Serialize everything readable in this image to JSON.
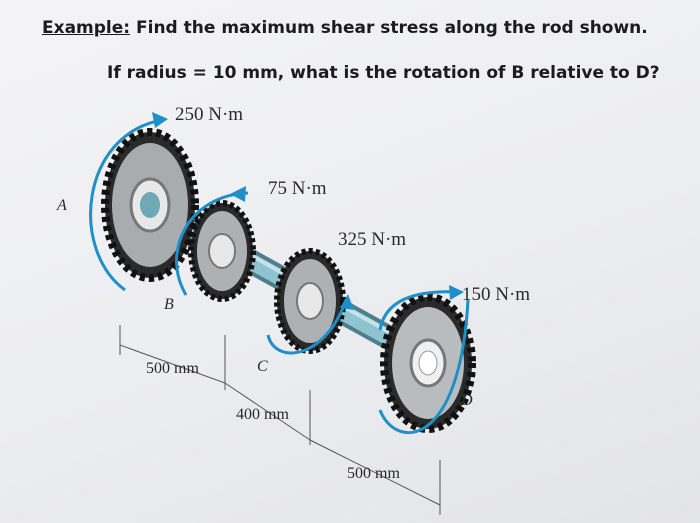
{
  "problem": {
    "example_label": "Example:",
    "title_rest": " Find the maximum shear stress along the rod shown.",
    "question": "If radius = 10 mm, what is the rotation of B relative to D?"
  },
  "diagram": {
    "torques": {
      "A": "250 N·m",
      "B": "75 N·m",
      "C": "325 N·m",
      "D": "150 N·m"
    },
    "points": {
      "A": "A",
      "B": "B",
      "C": "C",
      "D": "D"
    },
    "dimensions": {
      "AB": "500 mm",
      "BC": "400 mm",
      "CD": "500 mm"
    },
    "colors": {
      "arrow": "#1e8fc7",
      "shaft": "#7fb7c4",
      "gear_teeth": "#2e2e2e",
      "gear_face": "#b9bcbf"
    }
  }
}
